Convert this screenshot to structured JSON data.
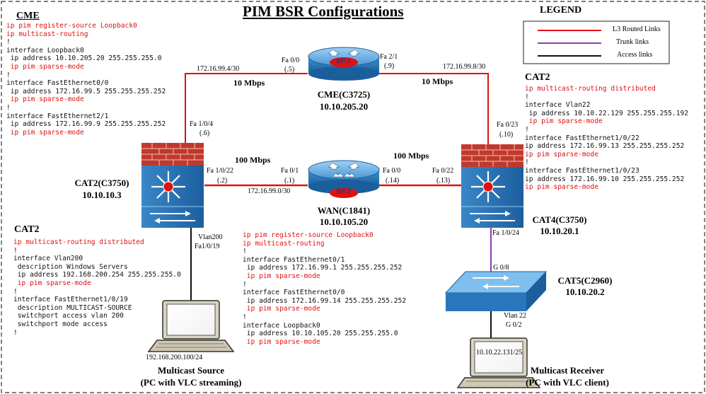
{
  "title": "PIM BSR Configurations",
  "legend": {
    "title": "LEGEND",
    "items": [
      {
        "label": "L3 Routed Links",
        "color": "#e01010"
      },
      {
        "label": "Trunk links",
        "color": "#8a3fb0"
      },
      {
        "label": "Access links",
        "color": "#111111"
      }
    ]
  },
  "cme_config": {
    "header": "CME",
    "lines": [
      {
        "text": "ip pim register-source Loopback0",
        "red": true
      },
      {
        "text": "ip multicast-routing",
        "red": true
      },
      {
        "text": "!",
        "red": false
      },
      {
        "text": "interface Loopback0",
        "red": false
      },
      {
        "text": " ip address 10.10.205.20 255.255.255.0",
        "red": false
      },
      {
        "text": " ip pim sparse-mode",
        "red": true
      },
      {
        "text": "!",
        "red": false
      },
      {
        "text": "interface FastEthernet0/0",
        "red": false
      },
      {
        "text": " ip address 172.16.99.5 255.255.255.252",
        "red": false
      },
      {
        "text": " ip pim sparse-mode",
        "red": true
      },
      {
        "text": "!",
        "red": false
      },
      {
        "text": "interface FastEthernet2/1",
        "red": false
      },
      {
        "text": " ip address 172.16.99.9 255.255.255.252",
        "red": false
      },
      {
        "text": " ip pim sparse-mode",
        "red": true
      }
    ]
  },
  "cat2_config": {
    "header": "CAT2",
    "lines": [
      {
        "text": "ip multicast-routing distributed",
        "red": true
      },
      {
        "text": "!",
        "red": false
      },
      {
        "text": "interface Vlan200",
        "red": false
      },
      {
        "text": " description Windows Servers",
        "red": false
      },
      {
        "text": " ip address 192.168.200.254 255.255.255.0",
        "red": false
      },
      {
        "text": " ip pim sparse-mode",
        "red": true
      },
      {
        "text": "!",
        "red": false
      },
      {
        "text": "interface FastEthernet1/0/19",
        "red": false
      },
      {
        "text": " description MULTICAST-SOURCE",
        "red": false
      },
      {
        "text": " switchport access vlan 200",
        "red": false
      },
      {
        "text": " switchport mode access",
        "red": false
      },
      {
        "text": "!",
        "red": false
      }
    ]
  },
  "cat4_config": {
    "header": "CAT2",
    "lines": [
      {
        "text": "ip multicast-routing distributed",
        "red": true
      },
      {
        "text": "!",
        "red": false
      },
      {
        "text": "interface Vlan22",
        "red": false
      },
      {
        "text": " ip address 10.10.22.129 255.255.255.192",
        "red": false
      },
      {
        "text": " ip pim sparse-mode",
        "red": true
      },
      {
        "text": "!",
        "red": false
      },
      {
        "text": "interface FastEthernet1/0/22",
        "red": false
      },
      {
        "text": "ip address 172.16.99.13 255.255.255.252",
        "red": false
      },
      {
        "text": "ip pim sparse-mode",
        "red": true
      },
      {
        "text": "!",
        "red": false
      },
      {
        "text": "interface FastEthernet1/0/23",
        "red": false
      },
      {
        "text": "ip address 172.16.99.10 255.255.255.252",
        "red": false
      },
      {
        "text": "ip pim sparse-mode",
        "red": true
      }
    ]
  },
  "wan_config": {
    "lines": [
      {
        "text": "ip pim register-source Loopback0",
        "red": true
      },
      {
        "text": "ip multicast-routing",
        "red": true
      },
      {
        "text": "!",
        "red": false
      },
      {
        "text": "interface FastEthernet0/1",
        "red": false
      },
      {
        "text": " ip address 172.16.99.1 255.255.255.252",
        "red": false
      },
      {
        "text": " ip pim sparse-mode",
        "red": true
      },
      {
        "text": "!",
        "red": false
      },
      {
        "text": "interface FastEthernet0/0",
        "red": false
      },
      {
        "text": " ip address 172.16.99.14 255.255.255.252",
        "red": false
      },
      {
        "text": " ip pim sparse-mode",
        "red": true
      },
      {
        "text": "!",
        "red": false
      },
      {
        "text": "interface Loopback0",
        "red": false
      },
      {
        "text": " ip address 10.10.105.20 255.255.255.0",
        "red": false
      },
      {
        "text": " ip pim sparse-mode",
        "red": true
      }
    ]
  },
  "devices": {
    "cme": {
      "name": "CME(C3725)",
      "ip": "10.10.205.20",
      "badge": "RP-1"
    },
    "wan": {
      "name": "WAN(C1841)",
      "ip": "10.10.105.20",
      "badge": "RP-2"
    },
    "cat2": {
      "name": "CAT2(C3750)",
      "ip": "10.10.10.3"
    },
    "cat4": {
      "name": "CAT4(C3750)",
      "ip": "10.10.20.1"
    },
    "cat5": {
      "name": "CAT5(C2960)",
      "ip": "10.10.20.2"
    },
    "source_pc": {
      "ip": "192.168.200.100/24",
      "name": "Multicast Source",
      "desc": "(PC with VLC streaming)"
    },
    "receiver_pc": {
      "ip": "10.10.22.131/25",
      "name": "Multicast Receiver",
      "desc": "(PC with VLC client)"
    }
  },
  "links": {
    "cme_cat2": {
      "subnet": "172.16.99.4/30",
      "speed": "10 Mbps",
      "cme_if": "Fa 0/0",
      "cme_host": "(.5)",
      "cat2_if": "Fa 1/0/4",
      "cat2_host": "(.6)"
    },
    "cme_cat4": {
      "subnet": "172.16.99.8/30",
      "speed": "10 Mbps",
      "cme_if": "Fa 2/1",
      "cme_host": "(.9)",
      "cat4_if": "Fa 0/23",
      "cat4_host": "(.10)"
    },
    "cat2_wan": {
      "subnet": "172.16.99.0/30",
      "speed": "100 Mbps",
      "cat2_if": "Fa 1/0/22",
      "cat2_host": "(.2)",
      "wan_if": "Fa 0/1",
      "wan_host": "(.1)"
    },
    "wan_cat4": {
      "speed": "100 Mbps",
      "wan_if": "Fa 0/0",
      "wan_host": "(.14)",
      "cat4_if": "Fa 0/22",
      "cat4_host": "(.13)"
    },
    "cat2_source": {
      "vlan": "Vlan200",
      "port": "Fa1/0/19"
    },
    "cat4_cat5": {
      "cat4_if": "Fa 1/0/24",
      "cat5_if": "G 0/8"
    },
    "cat5_receiver": {
      "vlan": "Vlan 22",
      "port": "G 0/2"
    }
  }
}
